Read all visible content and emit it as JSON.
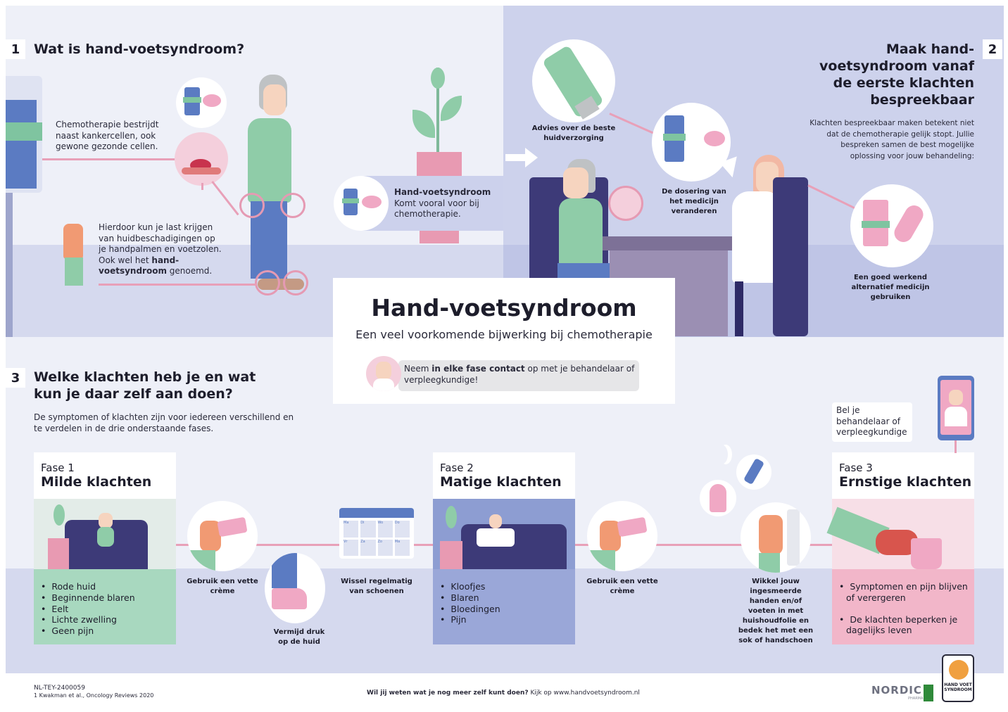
{
  "section1": {
    "number": "1",
    "title": "Wat is hand-voetsyndroom?",
    "text_chemo": "Chemotherapie bestrijdt naast kankercellen, ook gewone gezonde cellen.",
    "text_damage_1": "Hierdoor kun je last krijgen van huidbeschadigingen op je handpalmen en voetzolen. Ook wel het ",
    "text_damage_bold": "hand-voetsyndroom",
    "text_damage_2": " genoemd.",
    "hfs_title": "Hand-voetsyndroom",
    "hfs_text": "Komt vooral voor bij chemotherapie."
  },
  "section2": {
    "number": "2",
    "title": "Maak hand-voetsyndroom vanaf de eerste klachten bespreekbaar",
    "text": "Klachten bespreekbaar maken betekent niet dat de chemotherapie gelijk stopt. Jullie bespreken samen de best mogelijke oplossing voor jouw behandeling:",
    "caption_skin": "Advies over de beste huidverzorging",
    "caption_dose": "De dosering van het medicijn veranderen",
    "caption_alt": "Een goed werkend alternatief medicijn gebruiken"
  },
  "center": {
    "title": "Hand-voetsyndroom",
    "subtitle": "Een veel voorkomende bijwerking bij chemotherapie",
    "contact_1": "Neem ",
    "contact_bold": "in elke fase contact",
    "contact_2": " op met je behandelaar of verpleegkundige!"
  },
  "section3": {
    "number": "3",
    "title": "Welke klachten heb je en wat kun je daar zelf aan doen?",
    "text": "De symptomen of klachten zijn voor iedereen verschillend en te verdelen in de drie onderstaande fases.",
    "phases": [
      {
        "label": "Fase 1",
        "title": "Milde klachten",
        "symptoms": [
          "Rode huid",
          "Beginnende blaren",
          "Eelt",
          "Lichte zwelling",
          "Geen pijn"
        ]
      },
      {
        "label": "Fase 2",
        "title": "Matige klachten",
        "symptoms": [
          "Kloofjes",
          "Blaren",
          "Bloedingen",
          "Pijn"
        ]
      },
      {
        "label": "Fase 3",
        "title": "Ernstige klachten",
        "symptoms": [
          "Symptomen en pijn blijven of verergeren",
          "De klachten beperken je dagelijks leven"
        ]
      }
    ],
    "tips": {
      "cream1": "Gebruik een vette crème",
      "pressure": "Vermijd druk op de huid",
      "shoes": "Wissel regelmatig van schoenen",
      "cream2": "Gebruik een vette crème",
      "wrap": "Wikkel jouw ingesmeerde handen en/of voeten in met huishoudfolie en bedek het met een sok of handschoen",
      "call": "Bel je behandelaar of verpleegkundige"
    },
    "calendar_days": [
      "Ma",
      "Di",
      "Wo",
      "Do",
      "Vr",
      "Za",
      "Zo",
      "Ma"
    ]
  },
  "footer": {
    "code": "NL-TEY-2400059",
    "reference": "1 Kwakman et al., Oncology Reviews 2020",
    "question": "Wil jij weten wat je nog meer zelf kunt doen?",
    "link_text": " Kijk op www.handvoetsyndroom.nl",
    "brand": "NORDIC",
    "brand_sub": "PHARMA",
    "logo_text": "HAND VOET SYNDROOM"
  },
  "colors": {
    "pink": "#e8a0b8",
    "green": "#8fcca8",
    "blue": "#5b7bc2",
    "lavender": "#cdd2ec",
    "navy": "#2e2a66"
  }
}
